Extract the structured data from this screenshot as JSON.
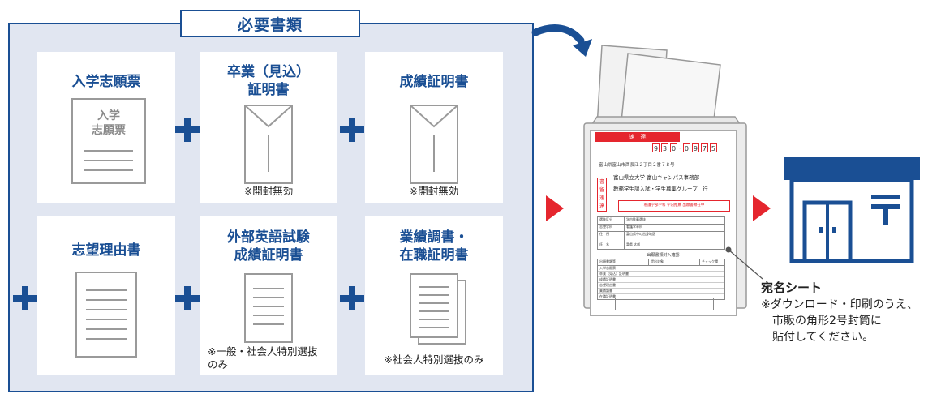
{
  "header": {
    "title": "必要書類"
  },
  "documents": [
    {
      "title": "入学志願票",
      "doc_text": "入学\n志願票",
      "note": ""
    },
    {
      "title": "卒業（見込）\n証明書",
      "note": "※開封無効"
    },
    {
      "title": "成績証明書",
      "note": "※開封無効"
    },
    {
      "title": "志望理由書",
      "note": ""
    },
    {
      "title": "外部英語試験\n成績証明書",
      "note": "※一般・社会人特別選抜\nのみ"
    },
    {
      "title": "業績調書・\n在職証明書",
      "note": "※社会人特別選抜のみ"
    }
  ],
  "envelope_sheet": {
    "stamp": "速　達",
    "postal_code": [
      "9",
      "3",
      "0",
      "0",
      "9",
      "7",
      "5"
    ],
    "address": "富山県富山市西長江２丁目２番７８号",
    "recipient_line1": "富山県立大学 富山キャンパス事務部",
    "recipient_line2": "教務学生課入試・学生募集グループ　行",
    "registered_mail": "書留速達",
    "red_notice": "看護学部学科 学内推薦 出願書類在中",
    "table_labels": [
      "選抜区分",
      "志望学科",
      "住　所",
      "氏　名"
    ],
    "table_values": [
      "学内推薦選抜",
      "看護学専科",
      "富山県中の出身地区",
      "富県 太郎"
    ],
    "checklist_title": "出願書類封入確認",
    "checklist_headers": [
      "出願書類等",
      "提出対象",
      "チェック欄"
    ],
    "checklist_rows": [
      "入学志願票",
      "卒業（見込）証明書",
      "成績証明書",
      "志望理由書",
      "業績調書",
      "在職証明書"
    ]
  },
  "address_sheet": {
    "label": "宛名シート",
    "note": "※ダウンロード・印刷のうえ、\n　市販の角形2号封筒に\n　貼付してください。"
  },
  "colors": {
    "navy": "#1a4f94",
    "panel_bg": "#e1e6f1",
    "red": "#e5262e"
  }
}
